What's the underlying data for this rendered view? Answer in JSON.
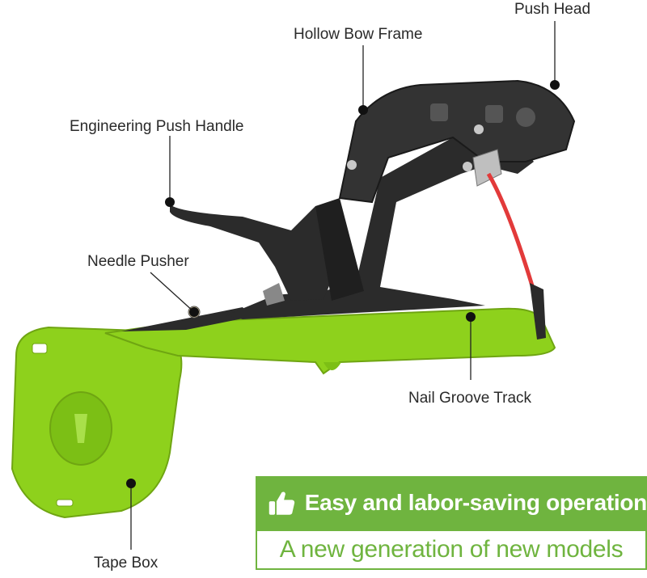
{
  "labels": {
    "push_head": "Push Head",
    "hollow_bow_frame": "Hollow Bow Frame",
    "engineering_push_handle": "Engineering Push Handle",
    "needle_pusher": "Needle Pusher",
    "nail_groove_track": "Nail Groove Track",
    "tape_box": "Tape Box"
  },
  "banner": {
    "headline": "Easy and labor-saving operation",
    "subline": "A new generation of new models",
    "icon": "thumbs-up-icon"
  },
  "colors": {
    "body_green": "#8ed11c",
    "body_green_dark": "#6fa512",
    "frame_black": "#2b2b2b",
    "tape_red": "#e23a3a",
    "banner_green": "#6fb43f"
  }
}
